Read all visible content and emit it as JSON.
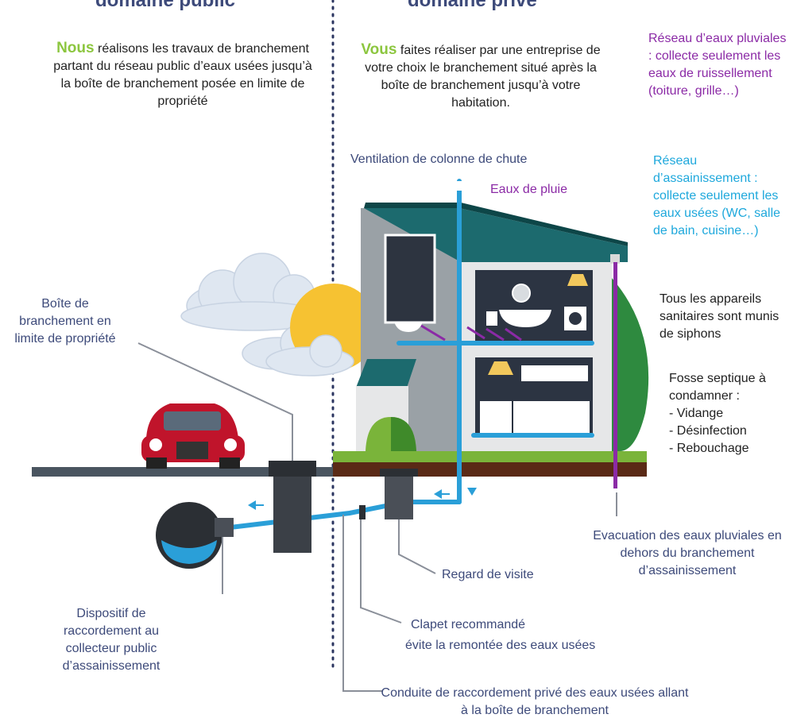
{
  "headers": {
    "left": "domaine public",
    "right": "domaine privé"
  },
  "public_text": {
    "keyword": "Nous",
    "rest": " réalisons les travaux de branchement partant du réseau public d’eaux usées jusqu’à la boîte de branchement posée en limite de propriété"
  },
  "private_text": {
    "keyword": "Vous",
    "rest": " faites réaliser par une entreprise de votre choix le branchement situé après la boîte de branchement jusqu’à votre habitation."
  },
  "legend": {
    "rain_network": "Réseau d’eaux pluviales : collecte seulement les eaux de ruissellement (toiture, grille…)",
    "sewer_network": "Réseau d’assainissement : collecte seulement les eaux usées (WC, salle de bain, cuisine…)",
    "siphons": "Tous les appareils sanitaires sont munis de siphons",
    "septic": {
      "title": "Fosse septique à condamner :",
      "items": [
        "- Vidange",
        "- Désinfection",
        "- Rebouchage"
      ]
    }
  },
  "labels": {
    "ventilation": "Ventilation de colonne de chute",
    "rainwater": "Eaux de pluie",
    "boite": "Boîte de branchement en limite de propriété",
    "dispositif": "Dispositif de raccordement au collecteur public d’assainissement",
    "regard": "Regard de visite",
    "clapet_title": "Clapet recommandé",
    "clapet_desc": "évite la remontée des eaux usées",
    "conduite": "Conduite de raccordement privé des eaux usées allant à la boîte de branchement",
    "evacuation": "Evacuation des eaux pluviales en dehors du branchement d’assainissement"
  },
  "colors": {
    "navy": "#3d4a7a",
    "keyword_green": "#8cc63f",
    "purple": "#8b2aa6",
    "cyan": "#1ea8dc",
    "water_blue": "#2a9fd8",
    "car_red": "#c0142b"
  }
}
